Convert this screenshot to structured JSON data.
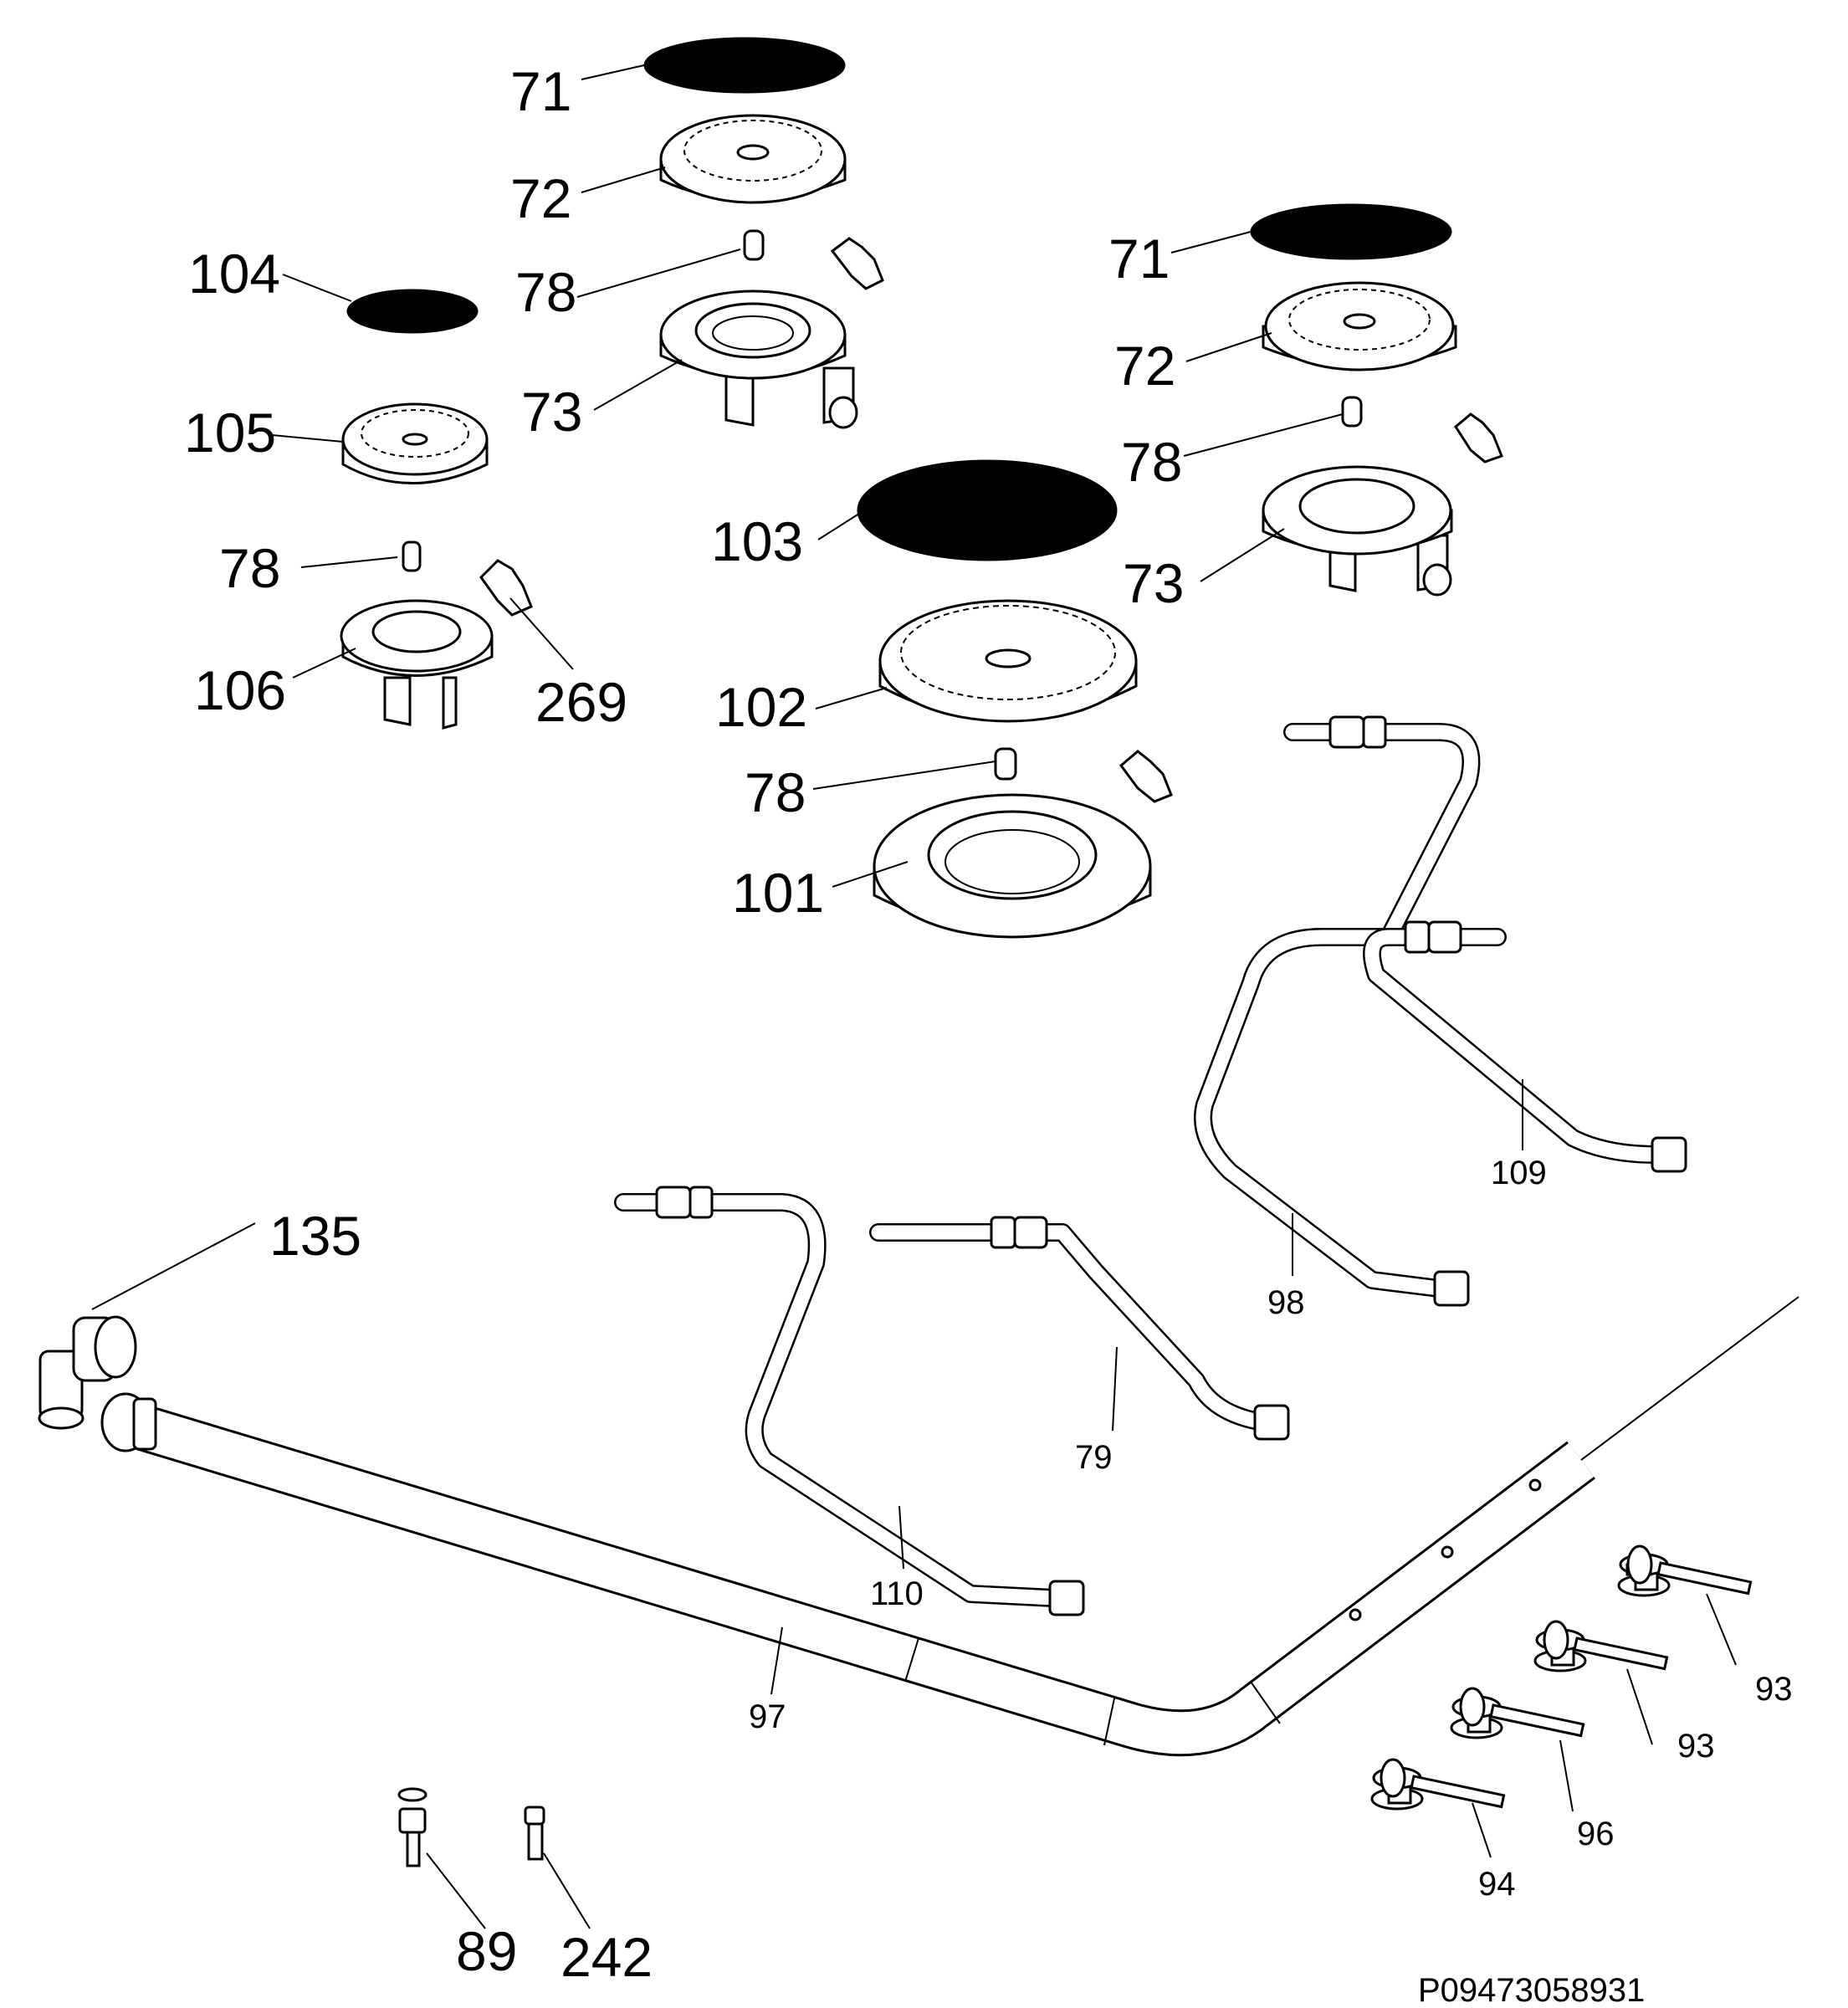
{
  "labels": {
    "l71a": "71",
    "l72a": "72",
    "l78a": "78",
    "l73a": "73",
    "l104": "104",
    "l105": "105",
    "l78b": "78",
    "l106": "106",
    "l269": "269",
    "l71b": "71",
    "l72b": "72",
    "l78c": "78",
    "l73b": "73",
    "l103": "103",
    "l102": "102",
    "l78d": "78",
    "l101": "101",
    "l135": "135",
    "l109": "109",
    "l98": "98",
    "l79": "79",
    "l110": "110",
    "l97": "97",
    "l93a": "93",
    "l93b": "93",
    "l96": "96",
    "l94": "94",
    "l89": "89",
    "l242": "242"
  },
  "drawing_code": "P09473058931"
}
